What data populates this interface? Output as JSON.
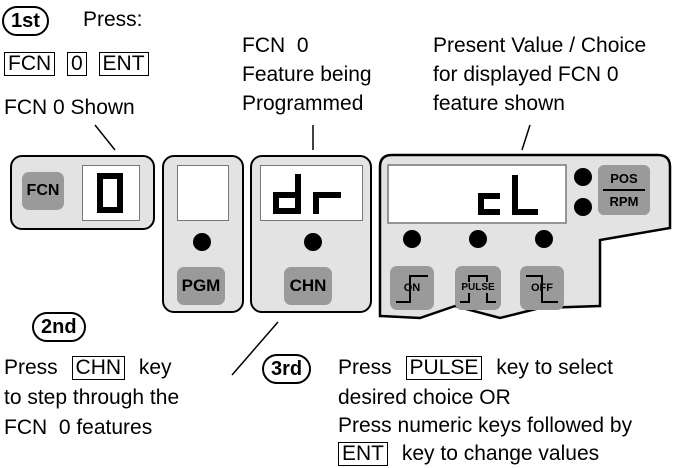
{
  "steps": {
    "first": "1st",
    "first_text": "Press:",
    "second": "2nd",
    "third": "3rd"
  },
  "keys": {
    "fcn": "FCN",
    "zero": "0",
    "ent": "ENT",
    "chn": "CHN",
    "pulse": "PULSE"
  },
  "captions": {
    "fcn_shown": "FCN 0 Shown",
    "feature_line1": "FCN  0",
    "feature_line2": "Feature being",
    "feature_line3": "Programmed",
    "present_line1": "Present Value / Choice",
    "present_line2": "for displayed FCN 0",
    "present_line3": "feature shown",
    "chn_press": "Press",
    "chn_after": "key",
    "chn_line2": "to step through the",
    "chn_line3": "FCN  0 features",
    "pulse_press": "Press",
    "pulse_after": "key to select",
    "pulse_line2": "desired choice OR",
    "pulse_line3": "Press numeric keys followed by",
    "pulse_line4_after": "key to change values"
  },
  "panel": {
    "fcn_button": "FCN",
    "fcn_display": "0",
    "pgm_button": "PGM",
    "chn_button": "CHN",
    "feature_display": "dr",
    "value_display": "cL",
    "pos_label": "POS",
    "rpm_label": "RPM",
    "on_button": "ON",
    "pulse_button": "PULSE",
    "off_button": "OFF"
  }
}
